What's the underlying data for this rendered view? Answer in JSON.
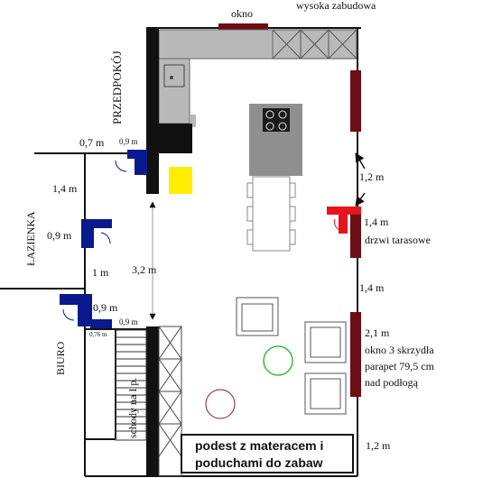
{
  "labels": {
    "okno_top": "okno",
    "wysoka_zabudowa": "wysoka zabudowa",
    "przedpokoj": "PRZEDPOKÓJ",
    "lazienka": "ŁAZIENKA",
    "biuro": "BIURO",
    "schody": "schody na I p.",
    "drzwi_tarasowe": "drzwi tarasowe",
    "okno_3_skrzydla_1": "okno 3 skrzydła",
    "okno_3_skrzydla_2": "parapet 79,5 cm",
    "okno_3_skrzydla_3": "nad podłogą",
    "podest_1": "podest z materacem i",
    "podest_2": "poduchami do zabaw"
  },
  "dimensions": {
    "d_0_7": "0,7 m",
    "d_0_9_top": "0,9 m",
    "d_1_4_left": "1,4 m",
    "d_0_9_mid": "0,9 m",
    "d_1_m": "1 m",
    "d_0_9_low": "0,9 m",
    "d_0_9_small": "0,9 m",
    "d_0_76": "0,76 m",
    "d_3_2": "3,2 m",
    "d_1_2_top": "1,2 m",
    "d_1_4_door": "1,4 m",
    "d_1_4_wall": "1,4 m",
    "d_2_1": "2,1 m",
    "d_1_2_bottom": "1,2 m"
  },
  "colors": {
    "wall": "#111111",
    "window": "#6b0d13",
    "door_blue": "#0a1a8c",
    "door_red": "#e8141b",
    "cabinet_gray": "#b9b9b9",
    "island_gray": "#8f8f8f",
    "yellow": "#ffee00",
    "green_circle": "#16b816",
    "maroon_circle": "#8a1a1a"
  }
}
